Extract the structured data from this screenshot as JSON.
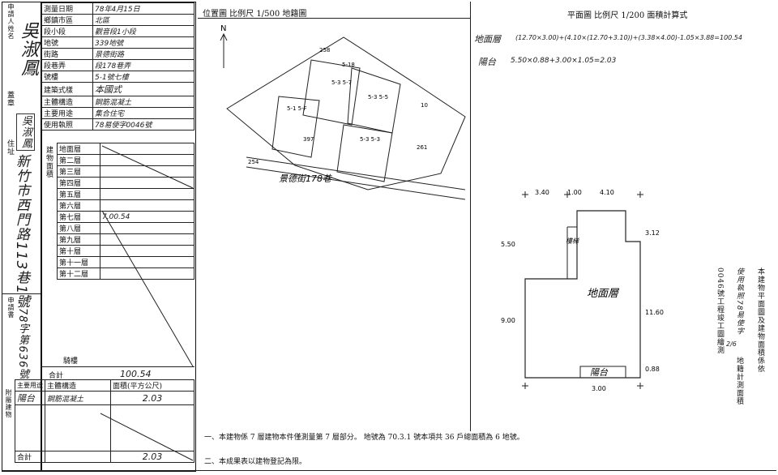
{
  "left_strip": {
    "applicant_header": "申請人姓名",
    "applicant_name": "吳淑鳳",
    "seal_label": "蓋章",
    "seal_name": "吳淑鳳",
    "address_label": "住址",
    "address_value": "新竹市西門路113巷1號",
    "app_no_label": "申請書",
    "app_no_value": "78字第636號"
  },
  "form": {
    "survey_date_label": "測量日期",
    "survey_date_value": "78年4月15日",
    "city_label": "鄉鎮市區",
    "city_value": "北區",
    "section_label": "段小段",
    "section_value": "觀音段1小段",
    "lot_label": "地號",
    "lot_value": "339地號",
    "street_label": "街路",
    "street_value": "景德街路",
    "lane_label": "段巷弄",
    "lane_value": "段178巷弄",
    "number_label": "號樓",
    "number_value": "5-1號七樓",
    "building_type_label": "建築式樣",
    "building_type_value": "本國式",
    "structure_label": "主體構造",
    "structure_value": "鋼筋混凝土",
    "use_label": "主要用途",
    "use_value": "集合住宅",
    "permit_label": "使用執照",
    "permit_value": "78易使字0046號",
    "area_header": "建物面積",
    "floors": [
      "地面層",
      "第二層",
      "第三層",
      "第四層",
      "第五層",
      "第六層",
      "第七層",
      "第八層",
      "第九層",
      "第十層",
      "第十一層",
      "第十二層"
    ],
    "floor_values": [
      "",
      "",
      "",
      "",
      "",
      "",
      "7.00.54",
      "",
      "",
      "",
      "",
      ""
    ],
    "balcony_label": "騎樓",
    "total_label": "合計",
    "total_value": "100.54",
    "aux_header_use": "主要用途",
    "aux_header_struct": "主體構造",
    "aux_header_area": "面積(平方公尺)",
    "aux_use": "陽台",
    "aux_struct": "鋼筋混凝土",
    "aux_area": "2.03",
    "aux_total_label": "合計",
    "aux_total_value": "2.03",
    "aux_side_label": "附屬建物"
  },
  "location_map": {
    "title": "位置圖 比例尺 1/500 地籍圖",
    "scale": "1/500",
    "north": "N",
    "street_label": "景德街178巷",
    "parcels": [
      "258",
      "5-1 5-F",
      "5-3 5-7",
      "5-3 5-5",
      "5-3 5-3",
      "397",
      "5-18",
      "261",
      "254",
      "10"
    ]
  },
  "floor_plan": {
    "title": "平面圖 比例尺 1/200 面積計算式",
    "scale": "1/200",
    "calc_main_label": "地面層",
    "calc_main": "(12.70×3.00)+(4.10×(12.70+3.10))+(3.38×4.00)-1.05×3.88=100.54",
    "calc_balcony_label": "陽台",
    "calc_balcony": "5.50×0.88+3.00×1.05=2.03",
    "main_room_label": "地面層",
    "balcony_label": "陽台",
    "stair_label": "樓梯",
    "dims": [
      "3.40",
      "1.00",
      "4.10",
      "3.12",
      "5.50",
      "9.00",
      "11.60",
      "3.00",
      "0.88"
    ]
  },
  "right_notes": {
    "note_col1": "本建物平面圖及建物面積係依",
    "note_col2": "使用執照78易使字",
    "note_col3": "0046號工程竣工圖繪測",
    "note_col4": "地籍計測面積",
    "note_small": "2/6"
  },
  "bottom_notes": {
    "note1": "一、本建物係 7 層建物本件僅測量第 7 層部分。 地號為 70.3.1 號本項共 36 戶總面積為 6 地號。",
    "note2": "二、本成果表以建物登記為限。"
  }
}
